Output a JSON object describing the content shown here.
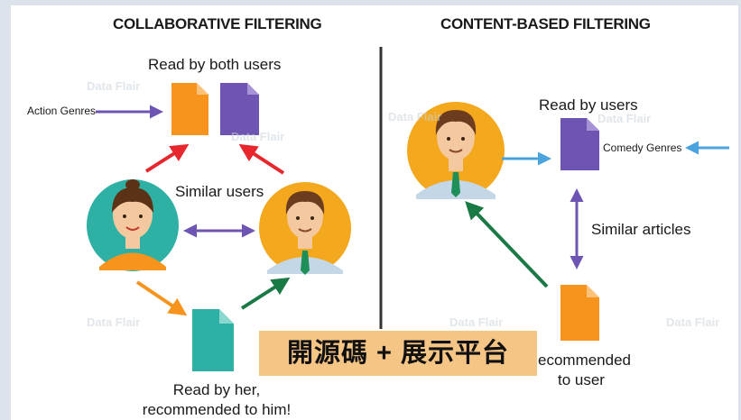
{
  "collaborative": {
    "title": "COLLABORATIVE FILTERING",
    "read_by_both": "Read by both users",
    "action_genres": "Action Genres",
    "similar_users": "Similar users",
    "read_by_her_1": "Read by her,",
    "read_by_her_2": "recommended to him!"
  },
  "content_based": {
    "title": "CONTENT-BASED FILTERING",
    "read_by_users": "Read by users",
    "comedy_genres": "Comedy Genres",
    "similar_articles": "Similar articles",
    "recommended_1": "ecommended",
    "recommended_2": "to user"
  },
  "overlay_banner": "開源碼 + 展示平台",
  "watermark": "Data Flair",
  "colors": {
    "purple": "#6f55b3",
    "orange": "#f7941e",
    "teal": "#2eb0a4",
    "red": "#e8262e",
    "green": "#1a7a45",
    "blue": "#4aa3df",
    "banner": "#f5c585"
  }
}
